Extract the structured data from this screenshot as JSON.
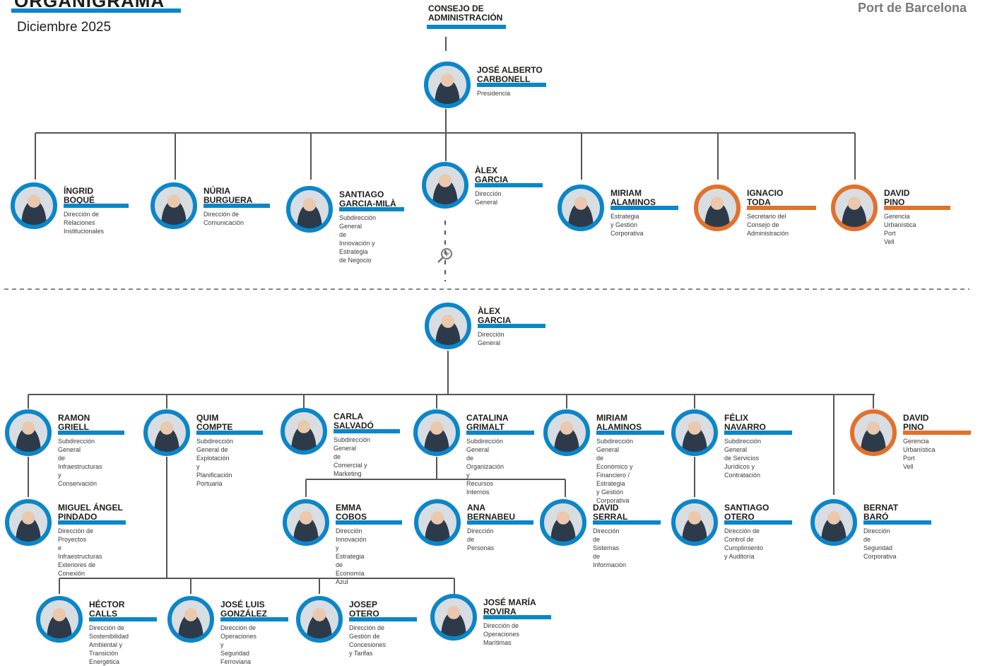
{
  "header": {
    "title": "ORGANIGRAMA",
    "date": "Diciembre 2025",
    "brand": "Port de Barcelona",
    "council": "CONSEJO DE ADMINISTRACIÓN"
  },
  "colors": {
    "primary": "#0a86c9",
    "secondary": "#e2712b",
    "line": "#555555"
  },
  "people": {
    "carbonell": {
      "first": "JOSÉ ALBERTO",
      "last": "CARBONELL",
      "role": "Presidencia",
      "color": "blue"
    },
    "boque": {
      "first": "ÍNGRID",
      "last": "BOQUÉ",
      "role": "Dirección de Relaciones\nInstitucionales",
      "color": "blue"
    },
    "burguera": {
      "first": "NÚRIA",
      "last": "BURGUERA",
      "role": "Dirección de\nComunicación",
      "color": "blue"
    },
    "garcia_mila": {
      "first": "SANTIAGO",
      "last": "GARCIA-MILÀ",
      "role": "Subdirección General\nde Innovación y\nEstrategia de Negocio",
      "color": "blue"
    },
    "garcia_top": {
      "first": "ÀLEX",
      "last": "GARCIA",
      "role": "Dirección General",
      "color": "blue"
    },
    "alaminos_top": {
      "first": "MIRIAM",
      "last": "ALAMINOS",
      "role": "Estrategia y Gestión\nCorporativa",
      "color": "blue"
    },
    "toda": {
      "first": "IGNACIO",
      "last": "TODA",
      "role": "Secretario del Consejo de\nAdministración",
      "color": "orange"
    },
    "pino_top": {
      "first": "DAVID",
      "last": "PINO",
      "role": "Gerencia Urbanística Port\nVell",
      "color": "orange"
    },
    "garcia": {
      "first": "ÀLEX",
      "last": "GARCIA",
      "role": "Dirección General",
      "color": "blue"
    },
    "griell": {
      "first": "RAMON",
      "last": "GRIELL",
      "role": "Subdirección General\nde Infraestructuras y\nConservación",
      "color": "blue"
    },
    "compte": {
      "first": "QUIM",
      "last": "COMPTE",
      "role": "Subdirección General de\nExplotación y\nPlanificación Portuaria",
      "color": "blue"
    },
    "salvado": {
      "first": "CARLA",
      "last": "SALVADÓ",
      "role": "Subdirección General\nde Comercial y\nMarketing",
      "color": "blue"
    },
    "grimalt": {
      "first": "CATALINA",
      "last": "GRIMALT",
      "role": "Subdirección General\nde Organización y\nRecursos Internos",
      "color": "blue"
    },
    "alaminos": {
      "first": "MIRIAM",
      "last": "ALAMINOS",
      "role": "Subdirección General\nde Económico y\nFinanciero / Estrategia\ny Gestión Corporativa",
      "color": "blue"
    },
    "navarro": {
      "first": "FÉLIX",
      "last": "NAVARRO",
      "role": "Subdirección General\nde Servicios Jurídicos y\nContratación",
      "color": "blue"
    },
    "pino": {
      "first": "DAVID",
      "last": "PINO",
      "role": "Gerencia Urbanística Port\nVell",
      "color": "orange"
    },
    "pindado": {
      "first": "MIGUEL ÁNGEL",
      "last": "PINDADO",
      "role": "Dirección de Proyectos\ne Infraestructuras\nExteriores de Conexión",
      "color": "blue"
    },
    "cobos": {
      "first": "EMMA",
      "last": "COBOS",
      "role": "Dirección Innovación y\nEstrategia de Economía\nAzul",
      "color": "blue"
    },
    "bernabeu": {
      "first": "ANA",
      "last": "BERNABEU",
      "role": "Dirección de Personas",
      "color": "blue"
    },
    "serral": {
      "first": "DAVID",
      "last": "SERRAL",
      "role": "Dirección de Sistemas\nde Información",
      "color": "blue"
    },
    "otero_s": {
      "first": "SANTIAGO",
      "last": "OTERO",
      "role": "Dirección de Control de\nCumplimiento y Auditoría",
      "color": "blue"
    },
    "baro": {
      "first": "BERNAT",
      "last": "BARÓ",
      "role": "Dirección de Seguridad\nCorporativa",
      "color": "blue"
    },
    "calls": {
      "first": "HÉCTOR",
      "last": "CALLS",
      "role": "Dirección de\nSostenibilidad\nAmbiental y Transición\nEnergética",
      "color": "blue"
    },
    "gonzalez": {
      "first": "JOSÉ LUIS",
      "last": "GONZÁLEZ",
      "role": "Dirección de\nOperaciones y\nSeguridad Ferroviaria",
      "color": "blue"
    },
    "otero_j": {
      "first": "JOSEP",
      "last": "OTERO",
      "role": "Dirección de Gestión de\nConcesiones y Tarifas",
      "color": "blue"
    },
    "rovira": {
      "first": "JOSÉ MARÍA",
      "last": "ROVIRA",
      "role": "Dirección de\nOperaciones Marítimas",
      "color": "blue"
    }
  }
}
